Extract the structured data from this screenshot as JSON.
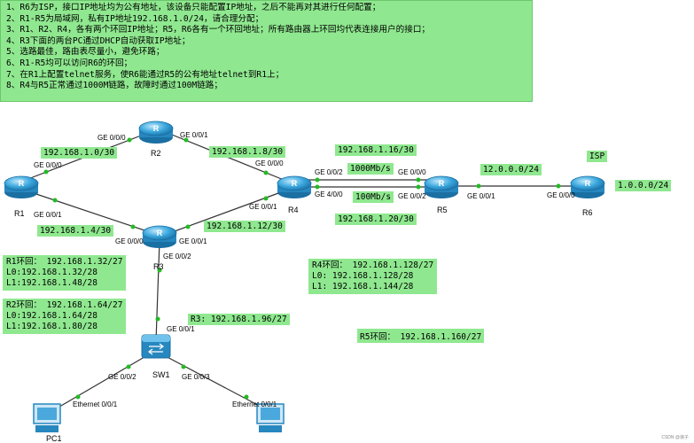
{
  "requirements": [
    "1、R6为ISP，接口IP地址均为公有地址，该设备只能配置IP地址，之后不能再对其进行任何配置；",
    "2、R1-R5为局域网，私有IP地址192.168.1.0/24，请合理分配；",
    "3、R1、R2、R4，各有两个环回IP地址；R5，R6各有一个环回地址；所有路由器上环回均代表连接用户的接口；",
    "4、R3下面的两台PC通过DHCP自动获取IP地址；",
    "5、选路最佳，路由表尽量小，避免环路；",
    "6、R1-R5均可以访问R6的环回；",
    "7、在R1上配置telnet服务，使R6能通过R5的公有地址telnet到R1上；",
    "8、R4与R5正常通过1000M链路，故障时通过100M链路；"
  ],
  "devices": {
    "r1": "R1",
    "r2": "R2",
    "r3": "R3",
    "r4": "R4",
    "r5": "R5",
    "r6": "R6",
    "sw1": "SW1",
    "isp": "ISP",
    "pc1": "PC1"
  },
  "interfaces": {
    "r1_g000": "GE 0/0/0",
    "r1_g001": "GE 0/0/1",
    "r2_g000": "GE 0/0/0",
    "r2_g001": "GE 0/0/1",
    "r3_g000": "GE 0/0/0",
    "r3_g001": "GE 0/0/1",
    "r3_g002": "GE 0/0/2",
    "r4_g000": "GE 0/0/0",
    "r4_g001": "GE 0/0/1",
    "r4_g002": "GE 0/0/2",
    "r4_g400": "GE 4/0/0",
    "r5_g000": "GE 0/0/0",
    "r5_g002": "GE 0/0/2",
    "r5_g001": "GE 0/0/1",
    "r6_g000": "GE 0/0/0",
    "sw1_g001": "GE 0/0/1",
    "sw1_g002": "GE 0/0/2",
    "sw1_g003": "GE 0/0/3",
    "pc1_eth": "Ethernet 0/0/1",
    "pc2_eth": "Ethernet 0/0/1"
  },
  "links": {
    "r1_r2": "192.168.1.0/30",
    "r2_r4": "192.168.1.8/30",
    "r1_r3": "192.168.1.4/30",
    "r3_r4": "192.168.1.12/30",
    "r4_r5_a": "192.168.1.16/30",
    "r4_r5_b": "192.168.1.20/30",
    "r5_r6": "12.0.0.0/24",
    "r6_loop": "1.0.0.0/24",
    "speed_1000": "1000Mb/s",
    "speed_100": "100Mb/s"
  },
  "loopbacks": {
    "r1_title": "R1环回： 192.168.1.32/27",
    "r1_l0": "L0:192.168.1.32/28",
    "r1_l1": "L1:192.168.1.48/28",
    "r2_title": "R2环回： 192.168.1.64/27",
    "r2_l0": "L0:192.168.1.64/28",
    "r2_l1": "L1:192.168.1.80/28",
    "r3_subnet": "R3: 192.168.1.96/27",
    "r4_title": "R4环回： 192.168.1.128/27",
    "r4_l0": "L0:  192.168.1.128/28",
    "r4_l1": "L1:  192.168.1.144/28",
    "r5_title": "R5环回： 192.168.1.160/27"
  },
  "credit": "CSDN @浪子",
  "colors": {
    "highlight": "#8fe88f",
    "router": "#2e9fd9",
    "link": "#333333",
    "port": "#22bb22"
  }
}
